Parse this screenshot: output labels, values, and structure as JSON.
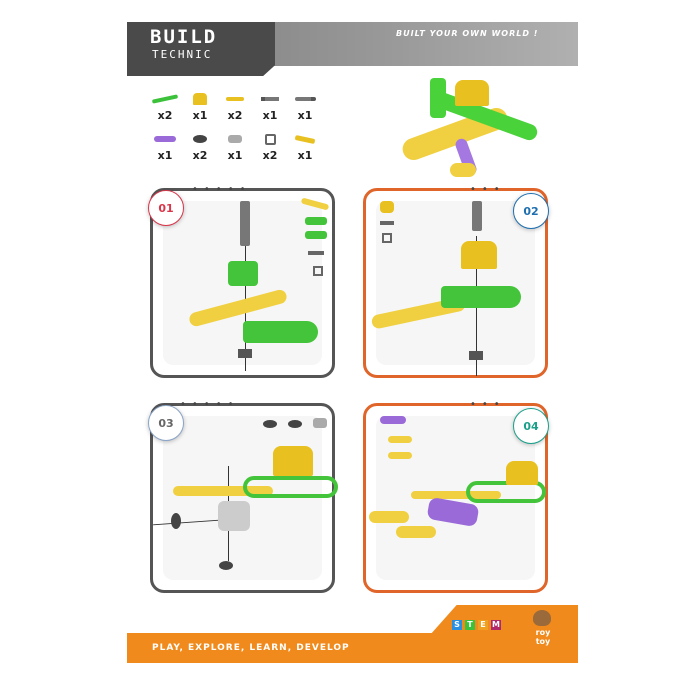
{
  "header": {
    "title_main": "BUILD",
    "title_sub": "TECHNIC",
    "slogan": "BUILT YOUR OWN WORLD !"
  },
  "parts": {
    "row1": [
      {
        "name": "green-beam",
        "qty": "x2",
        "color": "#3cc23a"
      },
      {
        "name": "yellow-bracket",
        "qty": "x1",
        "color": "#e8c020"
      },
      {
        "name": "yellow-short-beam",
        "qty": "x2",
        "color": "#e8c020"
      },
      {
        "name": "grey-screw",
        "qty": "x1",
        "color": "#777777"
      },
      {
        "name": "grey-long-screw",
        "qty": "x1",
        "color": "#777777"
      }
    ],
    "row2": [
      {
        "name": "purple-beam",
        "qty": "x1",
        "color": "#9a6ad8"
      },
      {
        "name": "dark-nut",
        "qty": "x2",
        "color": "#444444"
      },
      {
        "name": "grey-angle-bracket",
        "qty": "x1",
        "color": "#aaaaaa"
      },
      {
        "name": "square-nut",
        "qty": "x2",
        "color": "#666666"
      },
      {
        "name": "yellow-long-beam",
        "qty": "x1",
        "color": "#e8c020"
      }
    ]
  },
  "steps": [
    {
      "number": "01",
      "color": "#d9364a",
      "border": "#555555"
    },
    {
      "number": "02",
      "color": "#1e6fb0",
      "border": "#e0652a"
    },
    {
      "number": "03",
      "color": "#666666",
      "border": "#555555"
    },
    {
      "number": "04",
      "color": "#1aa08a",
      "border": "#e0652a"
    }
  ],
  "footer": {
    "tagline": "PLAY, EXPLORE, LEARN, DEVELOP",
    "stem_letters": [
      "S",
      "T",
      "E",
      "M"
    ],
    "stem_colors": [
      "#2a8fe0",
      "#3cc23a",
      "#f0a020",
      "#b0286a"
    ],
    "brand": "roy toy"
  },
  "colors": {
    "accent_orange": "#f08a1c",
    "panel_orange": "#e0652a",
    "header_grey": "#4a4a4a"
  }
}
